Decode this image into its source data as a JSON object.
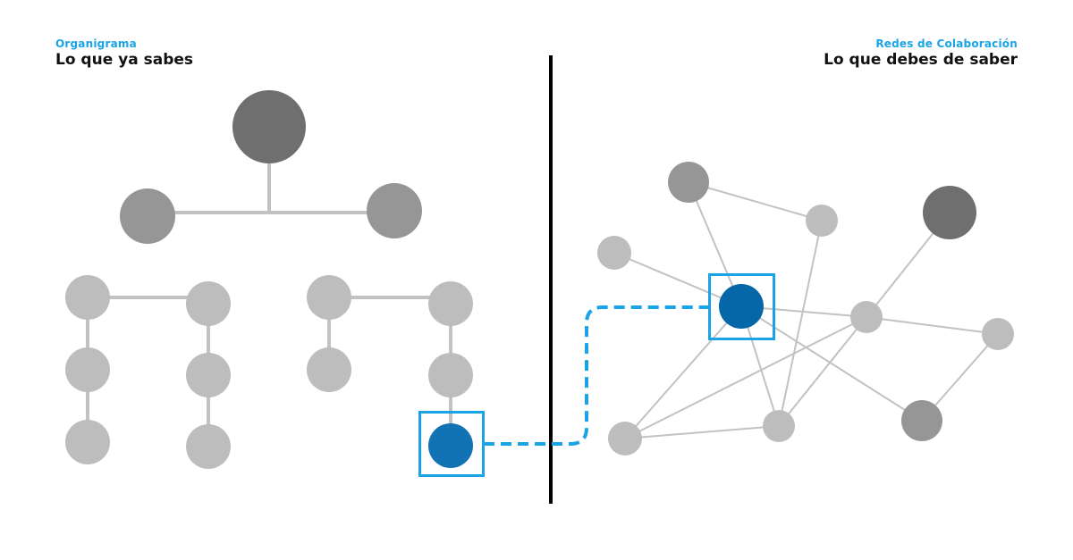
{
  "colors": {
    "accent": "#1aa4e6",
    "highlight_fill": "#1172b4",
    "highlight_fill_right": "#0566a8",
    "node_dark": "#6f6f6f",
    "node_mid": "#969696",
    "node_light": "#bdbdbd",
    "edge": "#c2c2c2",
    "divider": "#000000",
    "text": "#111111"
  },
  "left": {
    "subtitle": "Organigrama",
    "title": "Lo que ya sabes"
  },
  "right": {
    "subtitle": "Redes de Colaboración",
    "title": "Lo que debes de saber"
  }
}
